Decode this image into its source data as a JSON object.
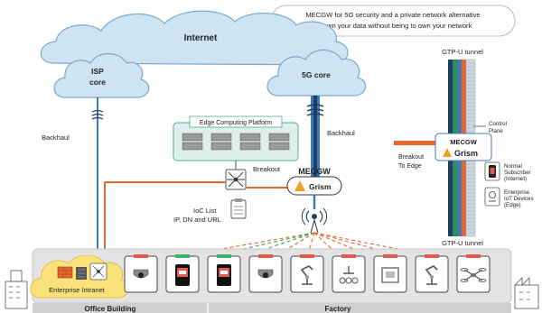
{
  "banner": {
    "line1": "MECGW for 5G security and a private network alternative",
    "line2": "To own your data without being to own your network"
  },
  "clouds": {
    "internet": "Internet",
    "isp_line1": "ISP",
    "isp_line2": "core",
    "fiveg": "5G core"
  },
  "links": {
    "backhaul_left": "Backhaul",
    "backhaul_mid": "Backhaul",
    "breakout": "Breakout"
  },
  "edge_platform": {
    "title": "Edge Computing Platform"
  },
  "mecgw": {
    "title": "MECGW",
    "brand": "Grism"
  },
  "ioc": {
    "line1": "IoC List",
    "line2": "IP, DN and URL"
  },
  "tunnel": {
    "top": "GTP-U tunnel",
    "bottom": "GTP-U tunnel",
    "control_line1": "Control",
    "control_line2": "Plane",
    "mecgw_title": "MECGW",
    "mecgw_brand": "Grism",
    "breakout_line1": "Breakout",
    "breakout_line2": "To Edge"
  },
  "legend": {
    "normal_line1": "Normal",
    "normal_line2": "Subscriber",
    "normal_line3": "(Internet)",
    "enterprise_line1": "Enterprise",
    "enterprise_line2": "IoT Devices",
    "enterprise_line3": "(Edge)"
  },
  "enterprise_intranet": "Enterprise Intranet",
  "footer": {
    "office": "Office Building",
    "factory": "Factory"
  },
  "colors": {
    "cloud": "#cfe4f3",
    "cloud_stroke": "#7aa9cc",
    "blue_link": "#3d7bb8",
    "dark_link": "#1f3f66",
    "orange": "#e8662c",
    "green_line": "#3ea35c",
    "intranet_yellow": "#f9e27a",
    "device_bar_red": "#e25b4f",
    "device_bar_green": "#3cb36c"
  },
  "devices": [
    {
      "icon": "cctv-camera-icon",
      "bar": "red"
    },
    {
      "icon": "tablet-icon",
      "bar": "green"
    },
    {
      "icon": "tablet-icon",
      "bar": "green"
    },
    {
      "icon": "cctv-camera-icon",
      "bar": "red"
    },
    {
      "icon": "robot-arm-icon",
      "bar": "red"
    },
    {
      "icon": "conveyor-robot-icon",
      "bar": "red"
    },
    {
      "icon": "machine-icon",
      "bar": "red"
    },
    {
      "icon": "robot-arm-icon",
      "bar": "red"
    },
    {
      "icon": "drone-icon",
      "bar": "red"
    }
  ]
}
